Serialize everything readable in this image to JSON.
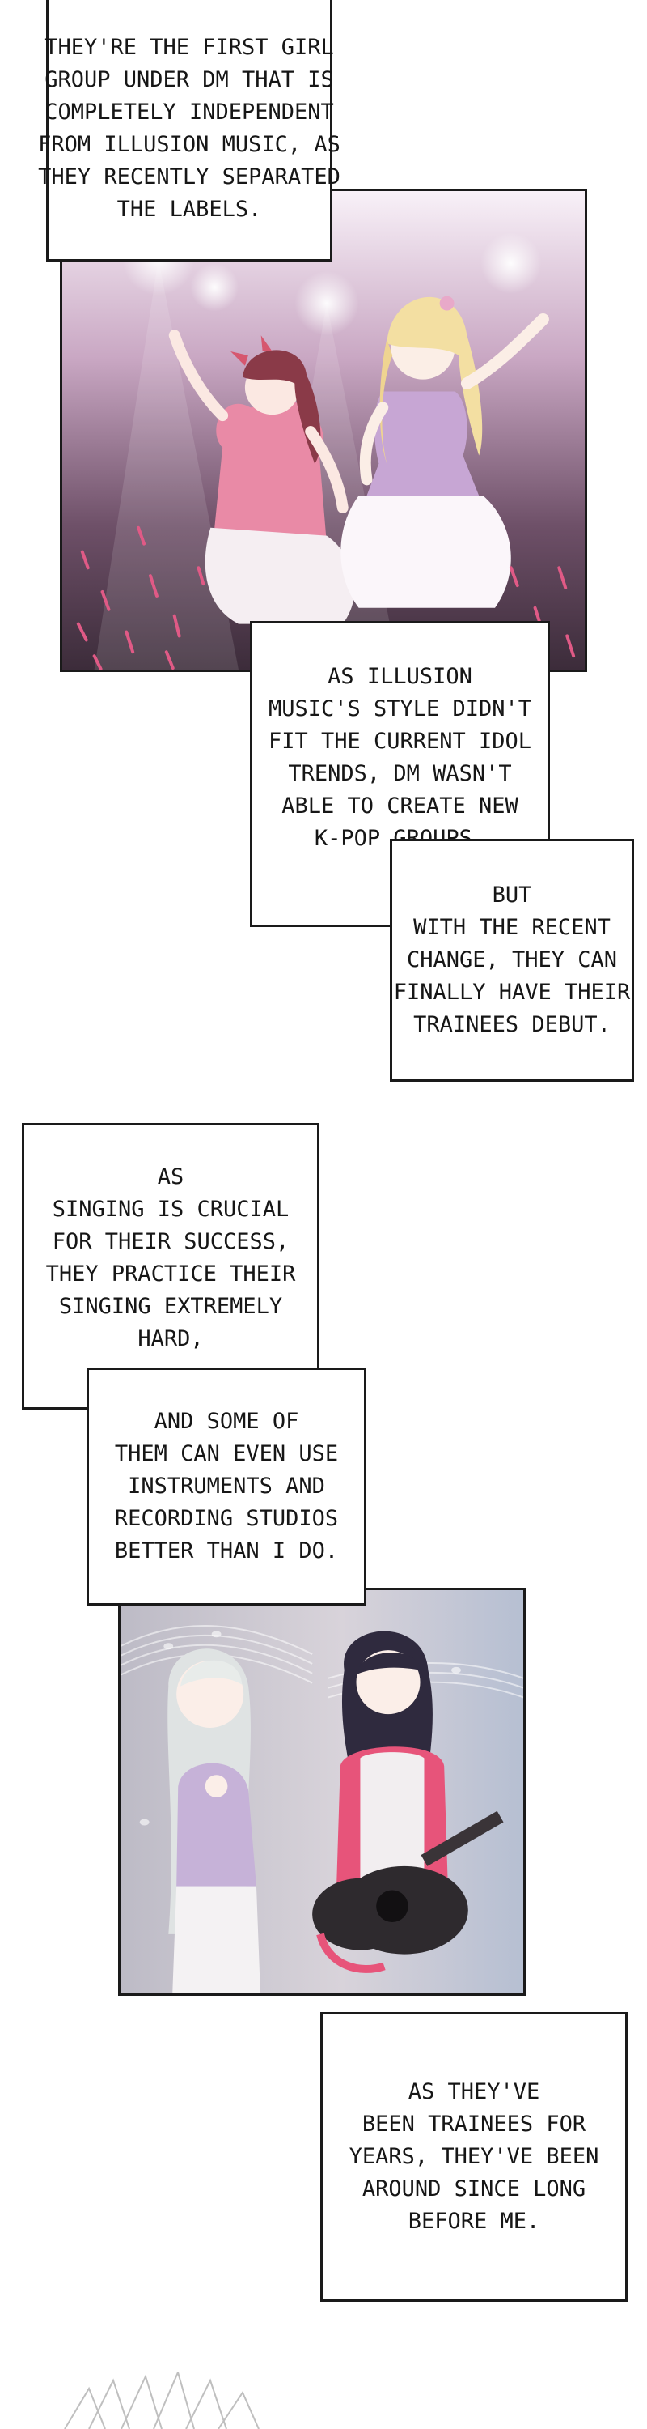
{
  "captions": {
    "c1": [
      "THEY'RE THE FIRST GIRL",
      "GROUP UNDER DM THAT IS",
      "COMPLETELY INDEPENDENT",
      "FROM ILLUSION MUSIC, AS",
      "THEY RECENTLY SEPARATED",
      "THE LABELS."
    ],
    "c2": [
      "AS ILLUSION",
      "MUSIC'S STYLE DIDN'T",
      "FIT THE CURRENT IDOL",
      "TRENDS, DM WASN'T",
      "ABLE TO CREATE NEW",
      "K-POP GROUPS."
    ],
    "c3": [
      "BUT",
      "WITH THE RECENT",
      "CHANGE, THEY CAN",
      "FINALLY HAVE THEIR",
      "TRAINEES DEBUT."
    ],
    "c4": [
      "AS",
      "SINGING IS CRUCIAL",
      "FOR THEIR SUCCESS,",
      "THEY PRACTICE THEIR",
      "SINGING EXTREMELY",
      "HARD,"
    ],
    "c5": [
      "AND SOME OF",
      "THEM CAN EVEN USE",
      "INSTRUMENTS AND",
      "RECORDING STUDIOS",
      "BETTER THAN I DO."
    ],
    "c6": [
      "AS THEY'VE",
      "BEEN TRAINEES FOR",
      "YEARS, THEY'VE BEEN",
      "AROUND SINCE LONG",
      "BEFORE ME."
    ]
  },
  "colors": {
    "stage_top": "#f6eef6",
    "stage_bottom": "#4a3848",
    "glowstick": "#e05a86",
    "studio_bg": "#c9c7d3",
    "guitar": "#2e2a2e",
    "accent_pink": "#e7547a"
  }
}
